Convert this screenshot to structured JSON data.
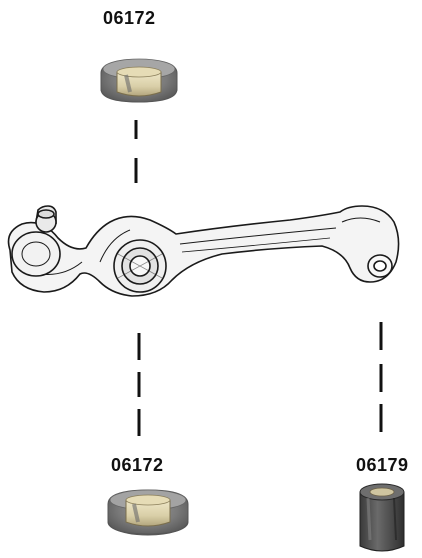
{
  "labels": {
    "top_part": "06172",
    "bottom_left_part": "06172",
    "bottom_right_part": "06179"
  }
}
